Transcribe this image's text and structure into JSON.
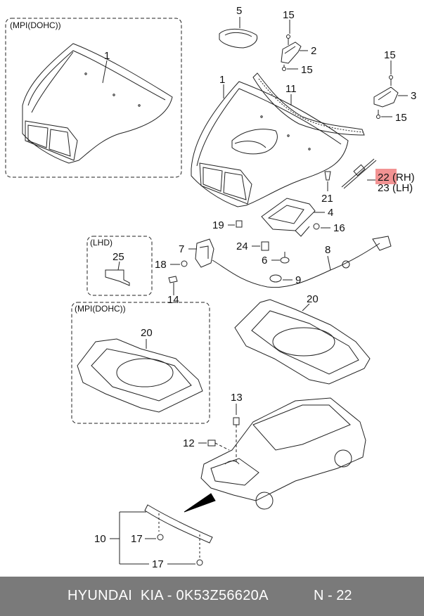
{
  "diagram": {
    "boxes": [
      {
        "title": "(MPI(DOHC))"
      },
      {
        "title": "(LHD)"
      },
      {
        "title": "(MPI(DOHC))"
      }
    ],
    "callouts": {
      "c1a": "1",
      "c1b": "1",
      "c2": "2",
      "c3": "3",
      "c4": "4",
      "c5": "5",
      "c6": "6",
      "c7": "7",
      "c8": "8",
      "c9": "9",
      "c10": "10",
      "c11": "11",
      "c12": "12",
      "c13": "13",
      "c14": "14",
      "c15a": "15",
      "c15b": "15",
      "c15c": "15",
      "c15d": "15",
      "c16": "16",
      "c17a": "17",
      "c17b": "17",
      "c18": "18",
      "c19": "19",
      "c20a": "20",
      "c20b": "20",
      "c21": "21",
      "c22": "22",
      "c22_side": "(RH)",
      "c23": "23",
      "c23_side": "(LH)",
      "c24": "24",
      "c25": "25"
    },
    "highlight_color": "#f08080"
  },
  "footer": {
    "left": "HYUNDAI  KIA - 0K53Z56620A",
    "right": "N - 22",
    "background": "#7a7a7a"
  }
}
